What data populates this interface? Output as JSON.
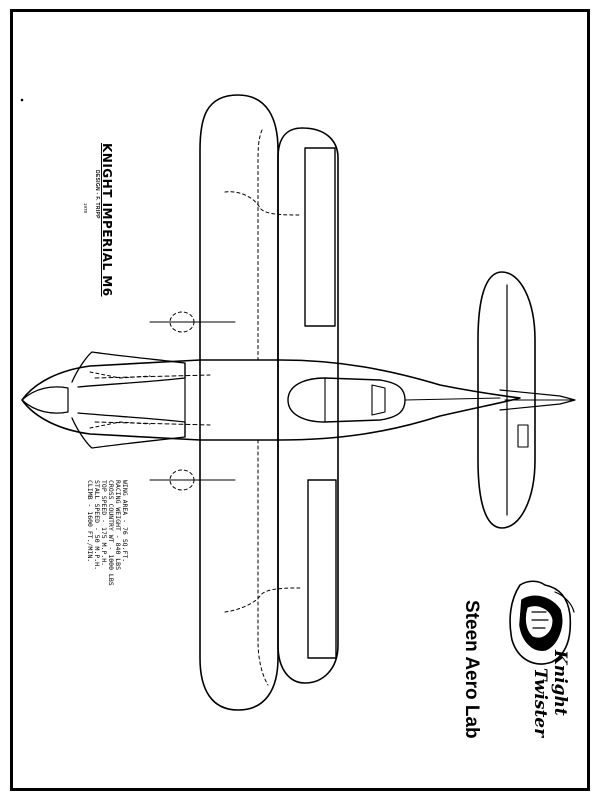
{
  "drawing": {
    "title": "KNIGHT IMPERIAL M6",
    "designer_note": "DESIGN - F. TRIPP",
    "year": "1978",
    "specs": [
      "WING AREA - 76 SQ.FT.",
      "RACING WEIGHT - 840 LBS",
      "CROSS COUNTRY WT - 1000 LBS",
      "TOP SPEED - 175 M.P.H.",
      "STALL SPEED - 50 M.P.H.",
      "CLIMB - 1600 FT./MIN."
    ]
  },
  "branding": {
    "logo_line1": "Knight",
    "logo_line2": "Twister",
    "lab_name": "Steen Aero Lab",
    "logo_icon": "knight-helmet-shield-icon"
  }
}
